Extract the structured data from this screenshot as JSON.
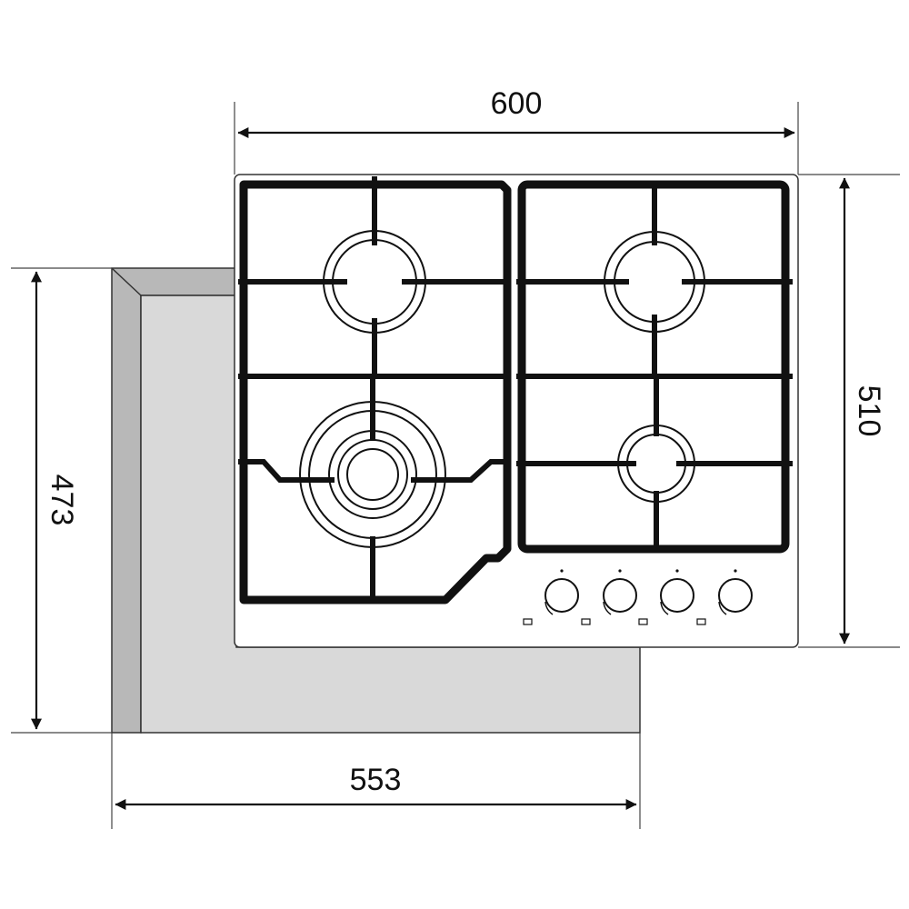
{
  "dimensions": {
    "width_top": "600",
    "depth_right": "510",
    "depth_left": "473",
    "width_bottom": "553"
  },
  "colors": {
    "cutout_face": "#d9d9d9",
    "cutout_side": "#b8b8b8",
    "lines": "#111111"
  },
  "components": {
    "burners": [
      "small-rear-left",
      "small-rear-right",
      "triple-crown-front-left",
      "auxiliary-front-right"
    ],
    "knob_count": 4
  }
}
